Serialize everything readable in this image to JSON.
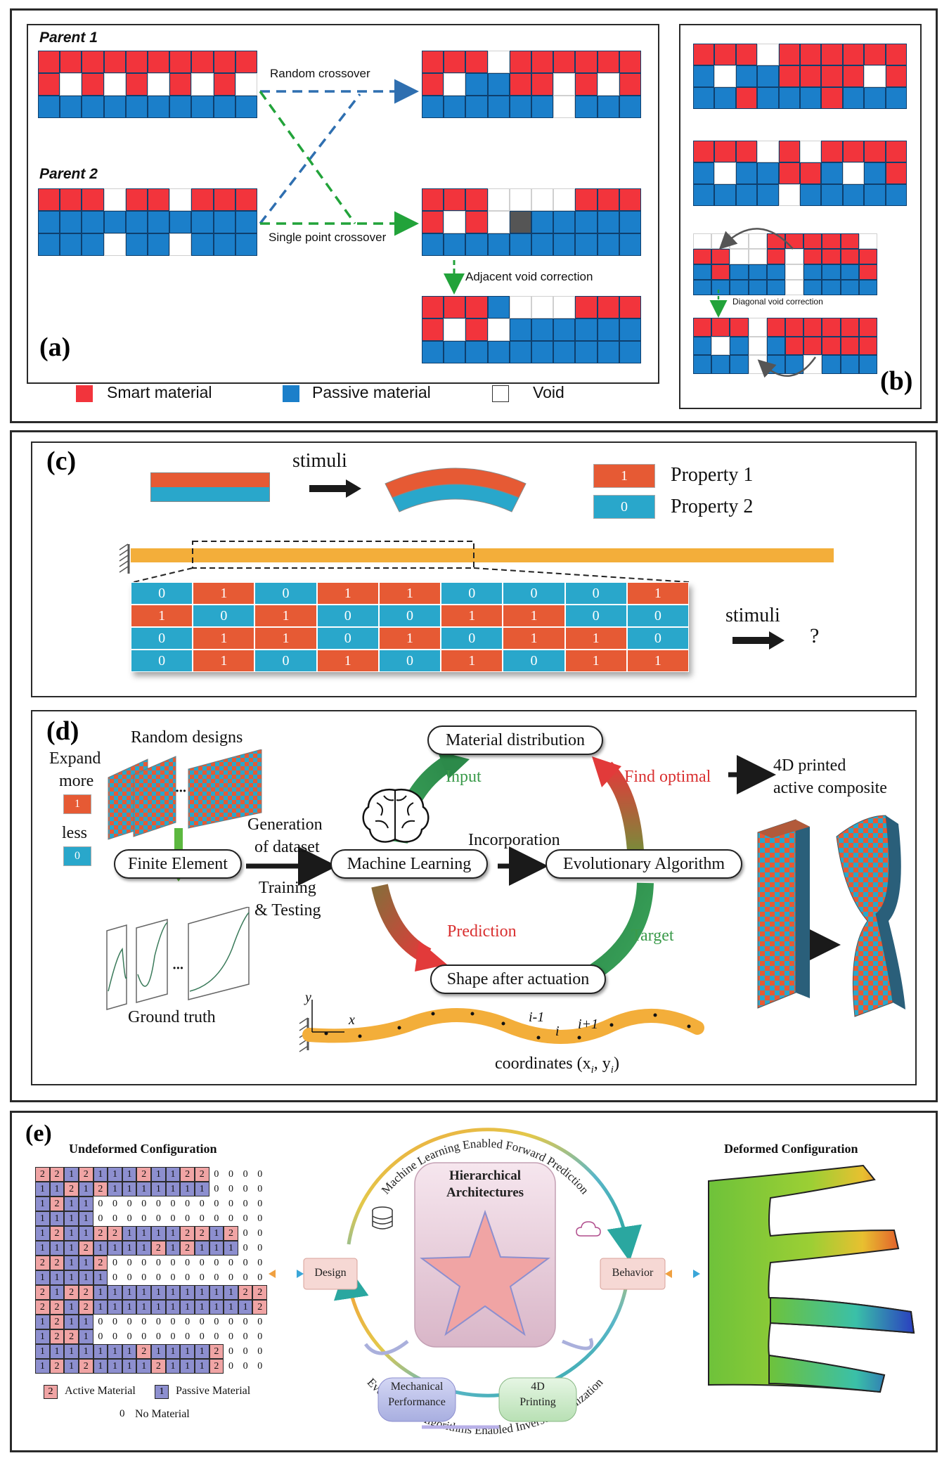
{
  "panel_a": {
    "label": "(a)",
    "parent1": "Parent 1",
    "parent2": "Parent 2",
    "random_crossover": "Random crossover",
    "single_point_crossover": "Single point crossover",
    "adjacent_void_correction": "Adjacent void correction",
    "legend": {
      "smart": "Smart material",
      "passive": "Passive material",
      "void": "Void"
    },
    "colors": {
      "smart": "#f2343c",
      "passive": "#1b7fca",
      "void": "#ffffff",
      "corrected": "#555555"
    },
    "grids": {
      "parent1": [
        [
          1,
          1,
          1,
          1,
          1,
          1,
          1,
          1,
          1,
          1
        ],
        [
          1,
          0,
          1,
          0,
          1,
          0,
          1,
          0,
          1,
          0
        ],
        [
          2,
          2,
          2,
          2,
          2,
          2,
          2,
          2,
          2,
          2
        ]
      ],
      "parent2": [
        [
          1,
          1,
          1,
          0,
          1,
          1,
          0,
          1,
          1,
          1
        ],
        [
          2,
          2,
          2,
          2,
          2,
          2,
          2,
          2,
          2,
          2
        ],
        [
          2,
          2,
          2,
          0,
          2,
          2,
          0,
          2,
          2,
          2
        ]
      ],
      "child_random": [
        [
          1,
          1,
          1,
          0,
          1,
          1,
          1,
          1,
          1,
          1
        ],
        [
          1,
          0,
          2,
          2,
          1,
          1,
          0,
          1,
          0,
          1
        ],
        [
          2,
          2,
          2,
          2,
          2,
          2,
          0,
          2,
          2,
          2
        ]
      ],
      "child_single": [
        [
          1,
          1,
          1,
          0,
          0,
          0,
          0,
          1,
          1,
          1
        ],
        [
          1,
          0,
          1,
          0,
          3,
          2,
          2,
          2,
          2,
          2
        ],
        [
          2,
          2,
          2,
          2,
          2,
          2,
          2,
          2,
          2,
          2
        ]
      ],
      "child_corrected": [
        [
          1,
          1,
          1,
          2,
          0,
          0,
          0,
          1,
          1,
          1
        ],
        [
          1,
          0,
          1,
          0,
          2,
          2,
          2,
          2,
          2,
          2
        ],
        [
          2,
          2,
          2,
          2,
          2,
          2,
          2,
          2,
          2,
          2
        ]
      ]
    }
  },
  "panel_b": {
    "label": "(b)",
    "diagonal_void_correction": "Diagonal void correction",
    "grids": {
      "g1": [
        [
          1,
          1,
          1,
          0,
          1,
          1,
          1,
          1,
          1,
          1
        ],
        [
          2,
          0,
          2,
          2,
          1,
          1,
          1,
          1,
          0,
          1
        ],
        [
          2,
          2,
          1,
          2,
          2,
          2,
          1,
          2,
          2,
          2
        ]
      ],
      "g2": [
        [
          1,
          1,
          1,
          0,
          1,
          0,
          1,
          1,
          1,
          1
        ],
        [
          2,
          0,
          2,
          2,
          1,
          1,
          2,
          0,
          2,
          1
        ],
        [
          2,
          2,
          2,
          2,
          0,
          2,
          2,
          2,
          2,
          2
        ]
      ],
      "g3": [
        [
          0,
          0,
          0,
          0,
          1,
          1,
          1,
          1,
          1,
          0
        ],
        [
          1,
          1,
          0,
          0,
          1,
          0,
          1,
          1,
          1,
          1
        ],
        [
          2,
          1,
          2,
          2,
          2,
          0,
          2,
          2,
          2,
          1
        ],
        [
          2,
          2,
          2,
          2,
          2,
          0,
          2,
          2,
          2,
          2
        ]
      ],
      "g4": [
        [
          1,
          1,
          1,
          0,
          1,
          1,
          1,
          1,
          1,
          1
        ],
        [
          2,
          0,
          2,
          0,
          2,
          1,
          1,
          1,
          1,
          1
        ],
        [
          2,
          2,
          2,
          0,
          2,
          2,
          0,
          2,
          2,
          2
        ]
      ]
    }
  },
  "panel_c": {
    "label": "(c)",
    "stimuli": "stimuli",
    "stimuli2": "stimuli",
    "question": "?",
    "property1_value": "1",
    "property1": "Property 1",
    "property2_value": "0",
    "property2": "Property 2",
    "colors": {
      "one": "#e65a34",
      "zero": "#29a7cb",
      "beam": "#f3ae3a"
    },
    "matrix": [
      [
        0,
        1,
        0,
        1,
        1,
        0,
        0,
        0,
        1
      ],
      [
        1,
        0,
        1,
        0,
        0,
        1,
        1,
        0,
        0
      ],
      [
        0,
        1,
        1,
        0,
        1,
        0,
        1,
        1,
        0
      ],
      [
        0,
        1,
        0,
        1,
        0,
        1,
        0,
        1,
        1
      ]
    ]
  },
  "panel_d": {
    "label": "(d)",
    "random_designs": "Random designs",
    "expand": "Expand",
    "more": "more",
    "more_value": "1",
    "less": "less",
    "less_value": "0",
    "dots": "•••",
    "finite_element": "Finite Element",
    "generation_of_dataset_1": "Generation",
    "generation_of_dataset_2": "of dataset",
    "training_1": "Training",
    "training_2": "& Testing",
    "machine_learning": "Machine Learning",
    "incorporation": "Incorporation",
    "evolutionary_algorithm": "Evolutionary Algorithm",
    "material_distribution": "Material distribution",
    "input": "Input",
    "find_optimal": "Find optimal",
    "printed_1": "4D printed",
    "printed_2": "active composite",
    "prediction": "Prediction",
    "target": "Target",
    "shape_after_actuation": "Shape after actuation",
    "ground_truth": "Ground truth",
    "axis_y": "y",
    "axis_x": "x",
    "i_minus_1": "i-1",
    "i": "i",
    "i_plus_1": "i+1",
    "coordinates": "coordinates (x",
    "coord_sub_i": "i",
    "coord_mid": ", y",
    "coord_sub_i2": "i",
    "coord_end": ")"
  },
  "panel_e": {
    "label": "(e)",
    "undeformed": "Undeformed Configuration",
    "deformed": "Deformed Configuration",
    "top_arc": "Machine Learning Enabled Forward Prediction",
    "bottom_arc": "Evolutionary Algorithms Enabled Inverse Optimization",
    "hierarchical_1": "Hierarchical",
    "hierarchical_2": "Architectures",
    "design": "Design",
    "behavior": "Behavior",
    "mechanical_1": "Mechanical",
    "mechanical_2": "Performance",
    "printing_1": "4D",
    "printing_2": "Printing",
    "legend_active_value": "2",
    "legend_active": "Active Material",
    "legend_passive_value": "1",
    "legend_passive": "Passive Material",
    "legend_none_value": "0",
    "legend_none": "No Material",
    "colors": {
      "active": "#f0a4a4",
      "passive": "#8d8fcf"
    },
    "matrix": [
      [
        2,
        2,
        1,
        2,
        1,
        1,
        1,
        2,
        1,
        1,
        2,
        2,
        0,
        0,
        0,
        0
      ],
      [
        1,
        1,
        2,
        1,
        2,
        1,
        1,
        1,
        1,
        1,
        1,
        1,
        0,
        0,
        0,
        0
      ],
      [
        1,
        2,
        1,
        1,
        0,
        0,
        0,
        0,
        0,
        0,
        0,
        0,
        0,
        0,
        0,
        0
      ],
      [
        1,
        1,
        1,
        1,
        0,
        0,
        0,
        0,
        0,
        0,
        0,
        0,
        0,
        0,
        0,
        0
      ],
      [
        1,
        2,
        1,
        1,
        2,
        2,
        1,
        1,
        1,
        1,
        2,
        2,
        1,
        2,
        0,
        0
      ],
      [
        1,
        1,
        1,
        2,
        1,
        1,
        1,
        1,
        2,
        1,
        2,
        1,
        1,
        1,
        0,
        0
      ],
      [
        2,
        2,
        1,
        1,
        2,
        0,
        0,
        0,
        0,
        0,
        0,
        0,
        0,
        0,
        0,
        0
      ],
      [
        1,
        1,
        1,
        1,
        1,
        0,
        0,
        0,
        0,
        0,
        0,
        0,
        0,
        0,
        0,
        0
      ],
      [
        2,
        1,
        2,
        2,
        1,
        1,
        1,
        1,
        1,
        1,
        1,
        1,
        1,
        1,
        2,
        2
      ],
      [
        2,
        2,
        1,
        2,
        1,
        1,
        1,
        1,
        1,
        1,
        1,
        1,
        1,
        1,
        1,
        2
      ],
      [
        1,
        2,
        1,
        1,
        0,
        0,
        0,
        0,
        0,
        0,
        0,
        0,
        0,
        0,
        0,
        0
      ],
      [
        1,
        2,
        2,
        1,
        0,
        0,
        0,
        0,
        0,
        0,
        0,
        0,
        0,
        0,
        0,
        0
      ],
      [
        1,
        1,
        1,
        1,
        1,
        1,
        1,
        2,
        1,
        1,
        1,
        1,
        2,
        0,
        0,
        0
      ],
      [
        1,
        2,
        1,
        2,
        1,
        1,
        1,
        1,
        2,
        1,
        1,
        1,
        2,
        0,
        0,
        0
      ]
    ]
  }
}
